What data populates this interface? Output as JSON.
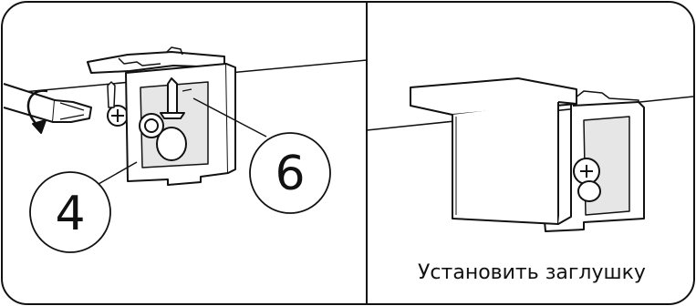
{
  "callouts": {
    "part_4": "4",
    "part_6": "6"
  },
  "caption": "Установить заглушку",
  "icons": [
    "screwdriver-icon",
    "rotation-arrow-icon",
    "screw-icon",
    "bracket-icon",
    "end-cap-icon"
  ],
  "colors": {
    "line": "#111111",
    "background": "#ffffff",
    "shade": "#bdbdbd"
  }
}
